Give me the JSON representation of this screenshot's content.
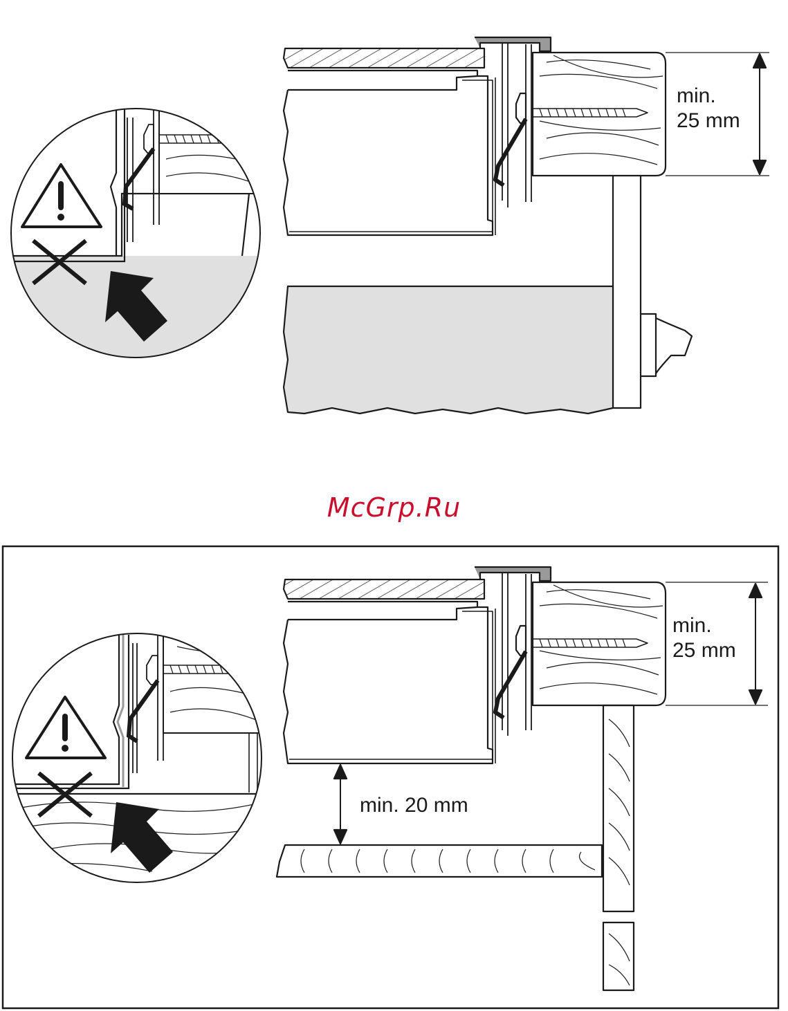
{
  "watermark": {
    "text": "McGrp.Ru",
    "color": "#c8102e"
  },
  "figure_top": {
    "label_line1": "min.",
    "label_line2": "25 mm"
  },
  "figure_bottom": {
    "label_line1": "min.",
    "label_line2": "25 mm",
    "gap_label": "min. 20 mm"
  },
  "icons": {
    "warning": "warning-triangle-icon",
    "forbidden": "cross-icon",
    "pointer": "arrow-icon"
  },
  "colors": {
    "stroke": "#1a1a1a",
    "fill_grey": "#e0e0e0",
    "seal_grey": "#9a9a9a"
  }
}
